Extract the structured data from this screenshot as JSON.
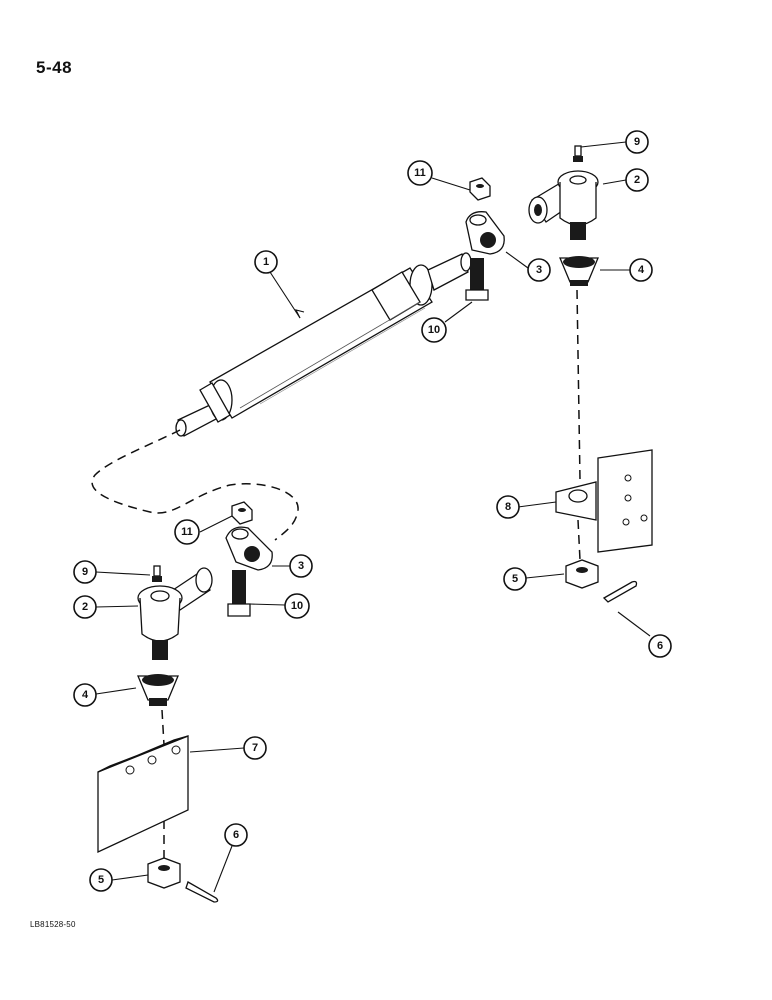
{
  "page": {
    "number": "5-48",
    "figure_code": "LB81528-50"
  },
  "callouts": {
    "c1": "1",
    "c2_upper": "2",
    "c2_lower": "2",
    "c3_upper": "3",
    "c3_lower": "3",
    "c4_upper": "4",
    "c4_lower": "4",
    "c5_right": "5",
    "c5_lower": "5",
    "c6_right": "6",
    "c6_lower": "6",
    "c7": "7",
    "c8": "8",
    "c9_upper": "9",
    "c9_lower": "9",
    "c10_upper": "10",
    "c10_lower": "10",
    "c11_upper": "11",
    "c11_lower": "11"
  }
}
